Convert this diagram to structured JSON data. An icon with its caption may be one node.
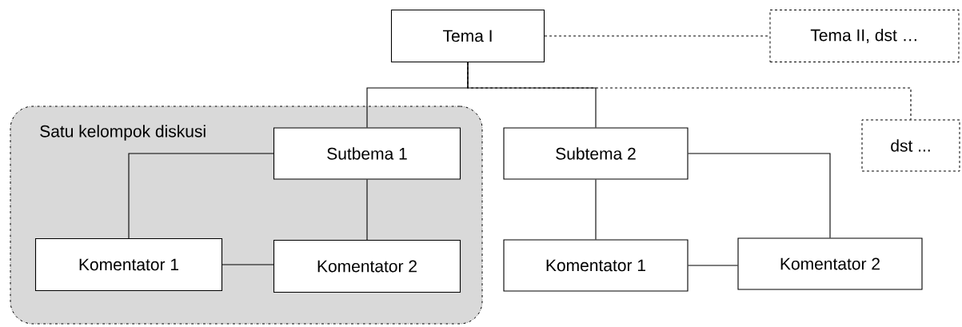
{
  "diagram": {
    "nodes": [
      {
        "text": [
          "Tema I"
        ]
      },
      {
        "text": [
          "Tema II, dst …"
        ]
      },
      {
        "text": [
          "Satu kelompok diskusi"
        ]
      },
      {
        "text": [
          "Sutbema 1"
        ],
        "in": 2
      },
      {
        "text": [
          "Komentator 1"
        ],
        "in": 2
      },
      {
        "text": [
          "Komentator 2"
        ],
        "in": 2
      },
      {
        "text": [
          "Subtema 2"
        ]
      },
      {
        "text": [
          "dst ..."
        ]
      },
      {
        "text": [
          "Komentator 1"
        ]
      },
      {
        "text": [
          "Komentator 2"
        ]
      }
    ],
    "edges": [
      {
        "from": 0,
        "to": 1,
        "arrow": "none",
        "style": "dashed"
      },
      {
        "from": 0,
        "to": 3,
        "arrow": "none"
      },
      {
        "from": 0,
        "to": 6,
        "arrow": "none"
      },
      {
        "from": 0,
        "to": 7,
        "arrow": "none",
        "style": "dashed"
      },
      {
        "from": 3,
        "to": 4,
        "arrow": "none"
      },
      {
        "from": 3,
        "to": 5,
        "arrow": "none"
      },
      {
        "from": 4,
        "to": 5,
        "arrow": "none"
      },
      {
        "from": 6,
        "to": 8,
        "arrow": "none"
      },
      {
        "from": 6,
        "to": 9,
        "arrow": "none"
      },
      {
        "from": 8,
        "to": 9,
        "arrow": "none"
      }
    ]
  }
}
